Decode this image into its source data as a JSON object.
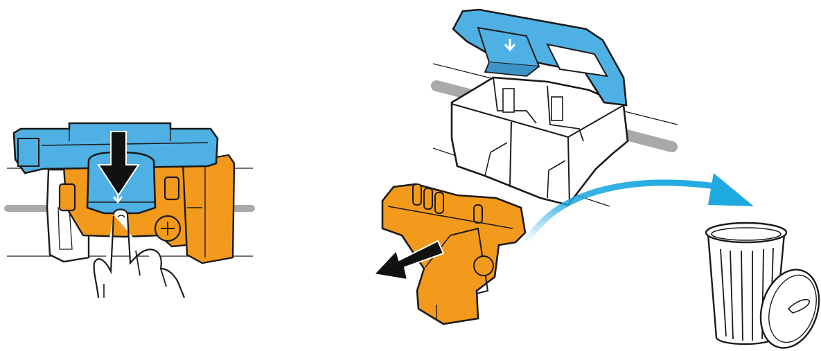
{
  "figure": {
    "panels": [
      {
        "step": "press-tab-down"
      },
      {
        "step": "remove-orange-clip"
      },
      {
        "step": "discard-clip"
      }
    ]
  },
  "colors": {
    "blue": "#4fb0e3",
    "blue_dark": "#3d93c6",
    "orange": "#f39a1c",
    "orange_dark": "#d57d0a",
    "gray_rod": "#a9a9a9",
    "line": "#1a1a1a",
    "arrow_blue": "#1fa9e1",
    "white": "#ffffff"
  },
  "icons": {
    "press_arrow": "down-arrow-icon",
    "pull_arrow": "left-arrow-icon",
    "throw_arrow": "curved-arrow-icon",
    "trash": "trash-can-icon"
  }
}
